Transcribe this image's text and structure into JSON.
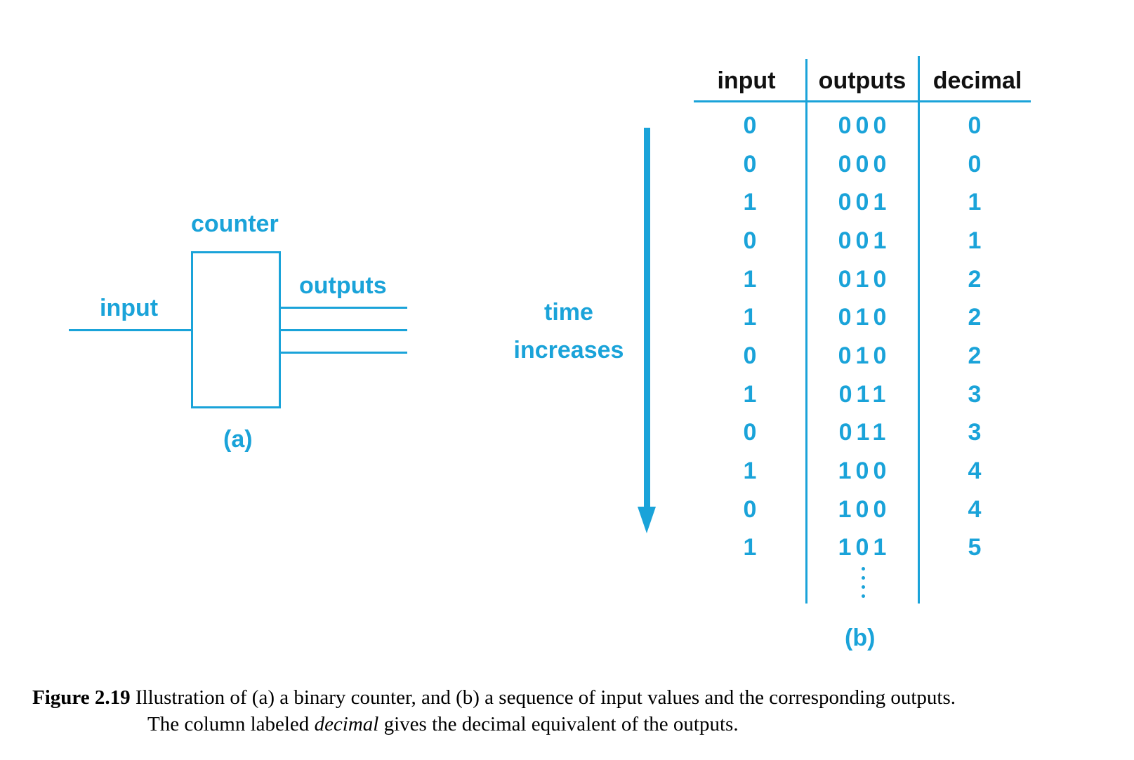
{
  "panel_a": {
    "counter_label": "counter",
    "input_label": "input",
    "outputs_label": "outputs",
    "caption": "(a)"
  },
  "time_label": {
    "line1": "time",
    "line2": "increases"
  },
  "panel_b": {
    "headers": {
      "input": "input",
      "outputs": "outputs",
      "decimal": "decimal"
    },
    "rows": [
      {
        "input": "0",
        "outputs": "000",
        "decimal": "0"
      },
      {
        "input": "0",
        "outputs": "000",
        "decimal": "0"
      },
      {
        "input": "1",
        "outputs": "001",
        "decimal": "1"
      },
      {
        "input": "0",
        "outputs": "001",
        "decimal": "1"
      },
      {
        "input": "1",
        "outputs": "010",
        "decimal": "2"
      },
      {
        "input": "1",
        "outputs": "010",
        "decimal": "2"
      },
      {
        "input": "0",
        "outputs": "010",
        "decimal": "2"
      },
      {
        "input": "1",
        "outputs": "011",
        "decimal": "3"
      },
      {
        "input": "0",
        "outputs": "011",
        "decimal": "3"
      },
      {
        "input": "1",
        "outputs": "100",
        "decimal": "4"
      },
      {
        "input": "0",
        "outputs": "100",
        "decimal": "4"
      },
      {
        "input": "1",
        "outputs": "101",
        "decimal": "5"
      }
    ],
    "caption": "(b)"
  },
  "figure_caption": {
    "number": "Figure 2.19",
    "text_1": " Illustration of (a) a binary counter, and (b) a sequence of input values and the corresponding outputs.",
    "text_2_pre": "The column labeled ",
    "text_2_em": "decimal",
    "text_2_post": " gives the decimal equivalent of the outputs."
  },
  "colors": {
    "accent": "#1aa3d9",
    "text": "#111111"
  }
}
